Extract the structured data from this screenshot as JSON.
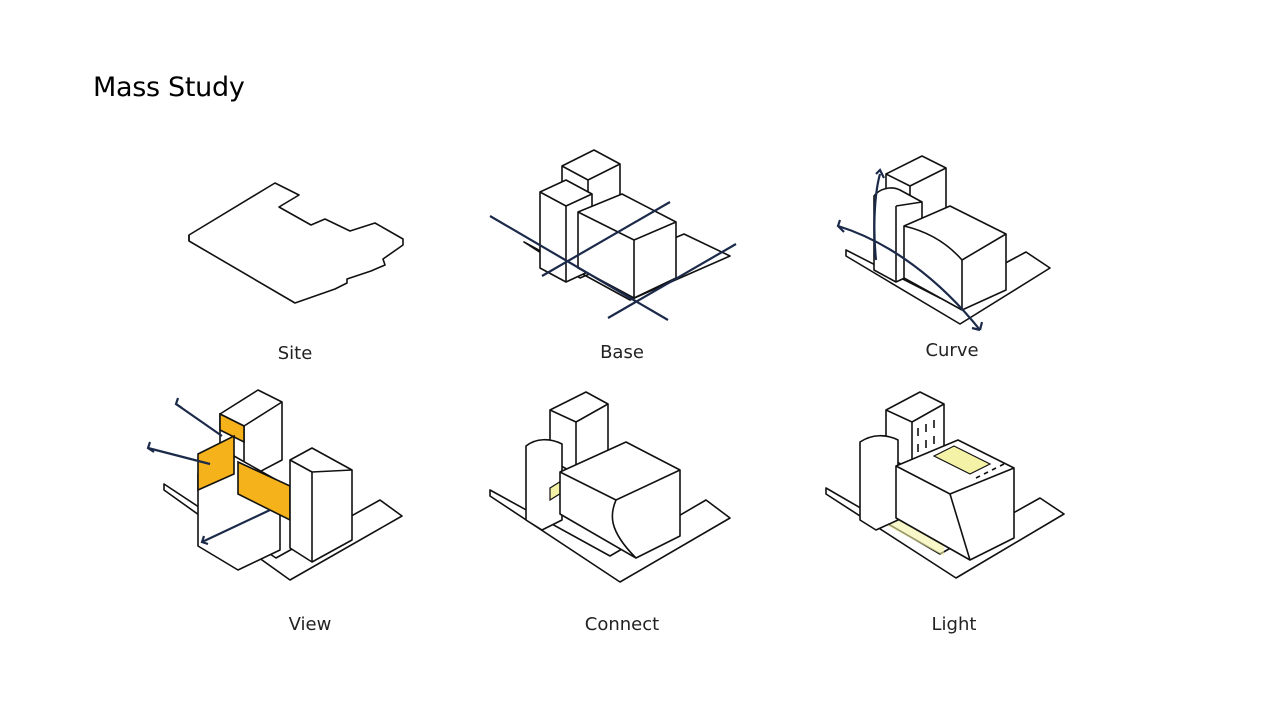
{
  "title": "Mass Study",
  "panels": [
    {
      "id": "site",
      "label": "Site"
    },
    {
      "id": "base",
      "label": "Base"
    },
    {
      "id": "curve",
      "label": "Curve"
    },
    {
      "id": "view",
      "label": "View"
    },
    {
      "id": "connect",
      "label": "Connect"
    },
    {
      "id": "light",
      "label": "Light"
    }
  ],
  "colors": {
    "line": "#111111",
    "arrow": "#1c2a4a",
    "highlight": "#f6b21a",
    "light": "#f3f2a6"
  }
}
